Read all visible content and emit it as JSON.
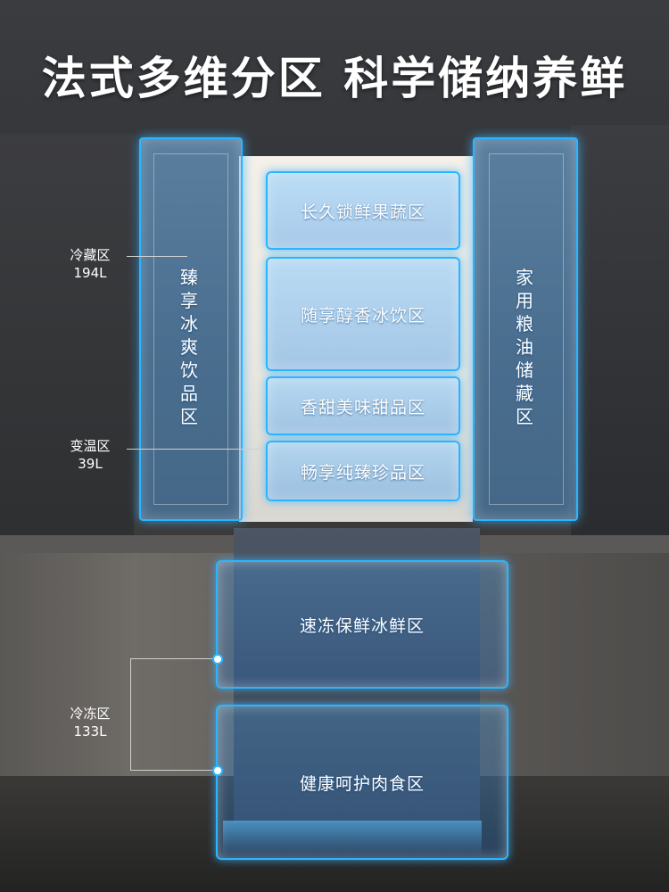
{
  "headline": "法式多维分区 科学储纳养鲜",
  "zones": {
    "fresh_fruit_veg": "长久锁鲜果蔬区",
    "drinks": "随享醇香冰饮区",
    "dessert": "香甜美味甜品区",
    "variable_temp": "畅享纯臻珍品区",
    "quick_freeze": "速冻保鲜冰鲜区",
    "meat": "健康呵护肉食区"
  },
  "doors": {
    "left": "臻享冰爽饮品区",
    "right": "家用粮油储藏区"
  },
  "labels": {
    "fridge_name": "冷藏区",
    "fridge_volume": "194L",
    "variable_name": "变温区",
    "variable_volume": "39L",
    "freezer_name": "冷冻区",
    "freezer_volume": "133L"
  },
  "colors": {
    "accent": "#2ab6ff",
    "text": "#ffffff"
  }
}
